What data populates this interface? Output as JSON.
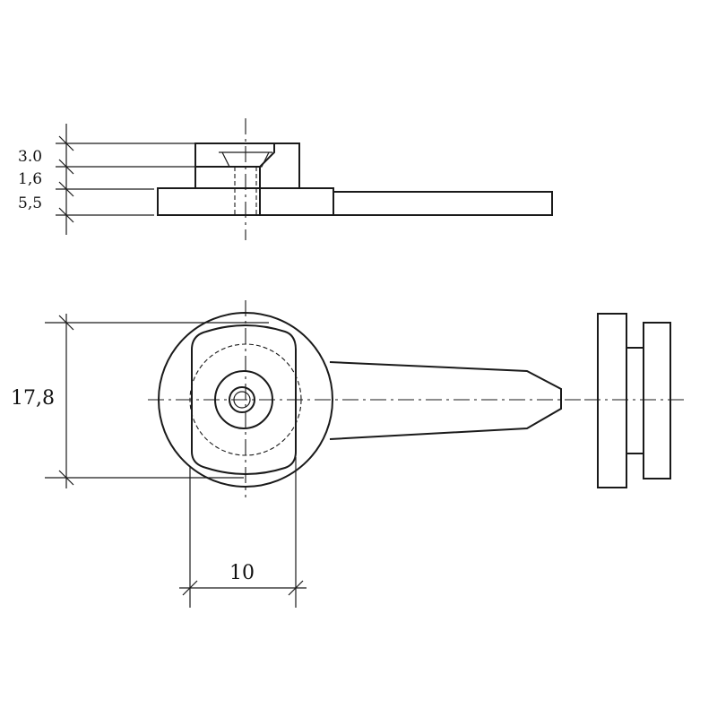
{
  "dimensions": {
    "side_view": {
      "d1": "3.0",
      "d2": "1,6",
      "d3": "5,5"
    },
    "front_view": {
      "height": "17,8",
      "width": "10"
    }
  }
}
